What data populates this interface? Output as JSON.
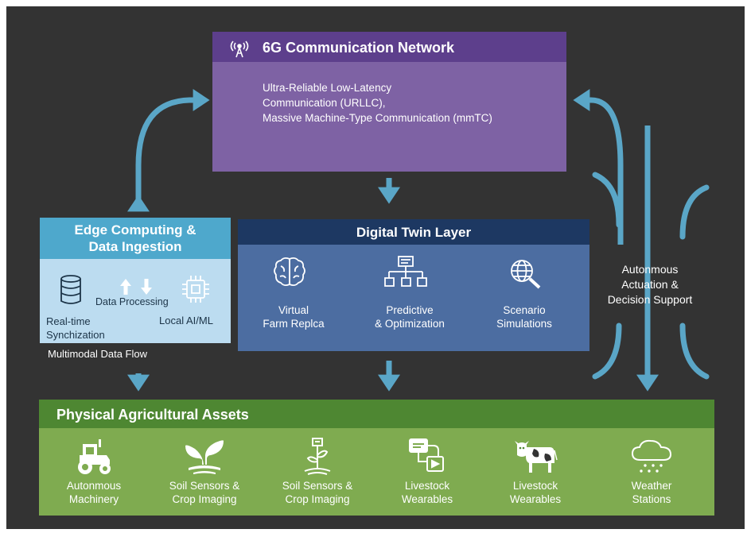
{
  "network": {
    "title": "6G Communication Network",
    "description_lines": [
      "Ultra-Reliable Low-Latency",
      "Communication (URLLC),",
      "Massive Machine-Type Communication (mmTC)"
    ],
    "icon": "antenna-icon"
  },
  "edge": {
    "title_lines": [
      "Edge Computing &",
      "Data Ingestion"
    ],
    "data_processing": "Data Processing",
    "realtime_lines": [
      "Real-time",
      "Synchization"
    ],
    "local_ai": "Local AI/ML",
    "icons": [
      "database-icon",
      "up-down-arrows-icon",
      "chip-icon"
    ],
    "flow_label": "Multimodal Data Flow"
  },
  "twin": {
    "title": "Digital Twin Layer",
    "items": [
      {
        "label_lines": [
          "Virtual",
          "Farm Replca"
        ],
        "icon": "brain-icon"
      },
      {
        "label_lines": [
          "Predictive",
          "& Optimization"
        ],
        "icon": "flowchart-icon"
      },
      {
        "label_lines": [
          "Scenario",
          "Simulations"
        ],
        "icon": "globe-search-icon"
      }
    ]
  },
  "actuation": {
    "lines": [
      "Autonmous",
      "Actuation &",
      "Decision Support"
    ]
  },
  "physical": {
    "title": "Physical Agricultural Assets",
    "items": [
      {
        "label_lines": [
          "Autonmous",
          "Machinery"
        ],
        "icon": "tractor-icon"
      },
      {
        "label_lines": [
          "Soil Sensors &",
          "Crop Imaging"
        ],
        "icon": "sprout-icon"
      },
      {
        "label_lines": [
          "Soil Sensors &",
          "Crop Imaging"
        ],
        "icon": "sensor-plant-icon"
      },
      {
        "label_lines": [
          "Livestock",
          "Wearables"
        ],
        "icon": "wearable-device-icon"
      },
      {
        "label_lines": [
          "Livestock",
          "Wearables"
        ],
        "icon": "cow-icon"
      },
      {
        "label_lines": [
          "Weather",
          "Stations"
        ],
        "icon": "rain-cloud-icon"
      }
    ]
  },
  "colors": {
    "background": "#333333",
    "arrow": "#5aa6c7",
    "network_header": "#5d3f8c",
    "network_body": "#7e62a4",
    "edge_header": "#4ea8cc",
    "edge_body": "#bcdcf0",
    "twin_header": "#1d3862",
    "twin_body": "#4c6da1",
    "physical_header": "#4e8732",
    "physical_body": "#7fab50"
  }
}
